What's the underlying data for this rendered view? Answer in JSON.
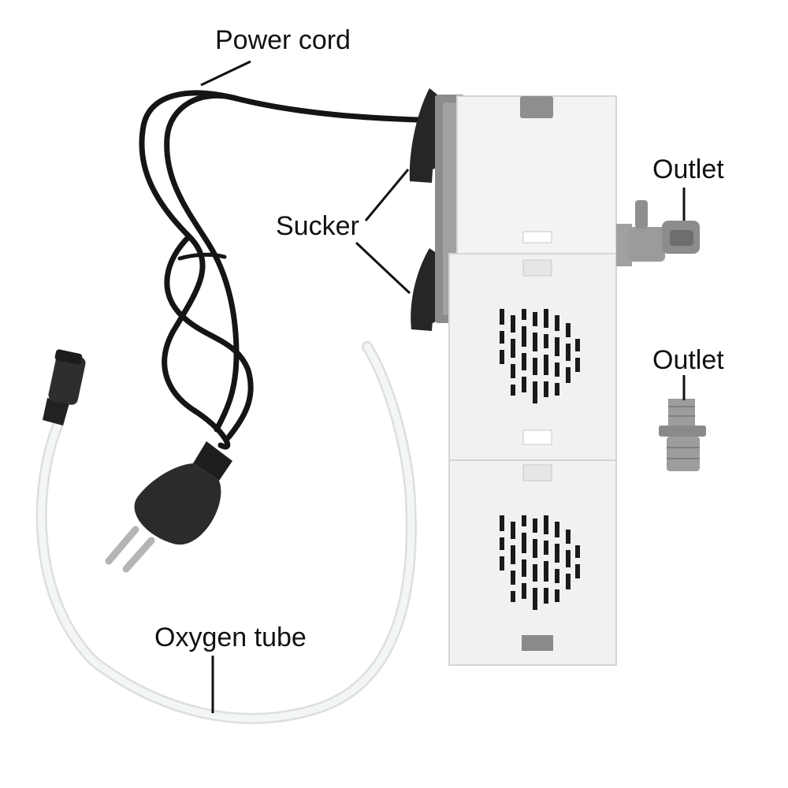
{
  "labels": {
    "power_cord": "Power cord",
    "outlet_top": "Outlet",
    "sucker": "Sucker",
    "outlet_bottom": "Outlet",
    "oxygen_tube": "Oxygen tube"
  },
  "colors": {
    "filter_body": "#f2f2f2",
    "filter_edge": "#d6d6d6",
    "bracket": "#8a8a8a",
    "sucker": "#2a2a2a",
    "cord": "#151515",
    "outlet_part": "#9a9a9a",
    "tube": "#eef0f0",
    "vent_slot": "#1a1a1a"
  }
}
